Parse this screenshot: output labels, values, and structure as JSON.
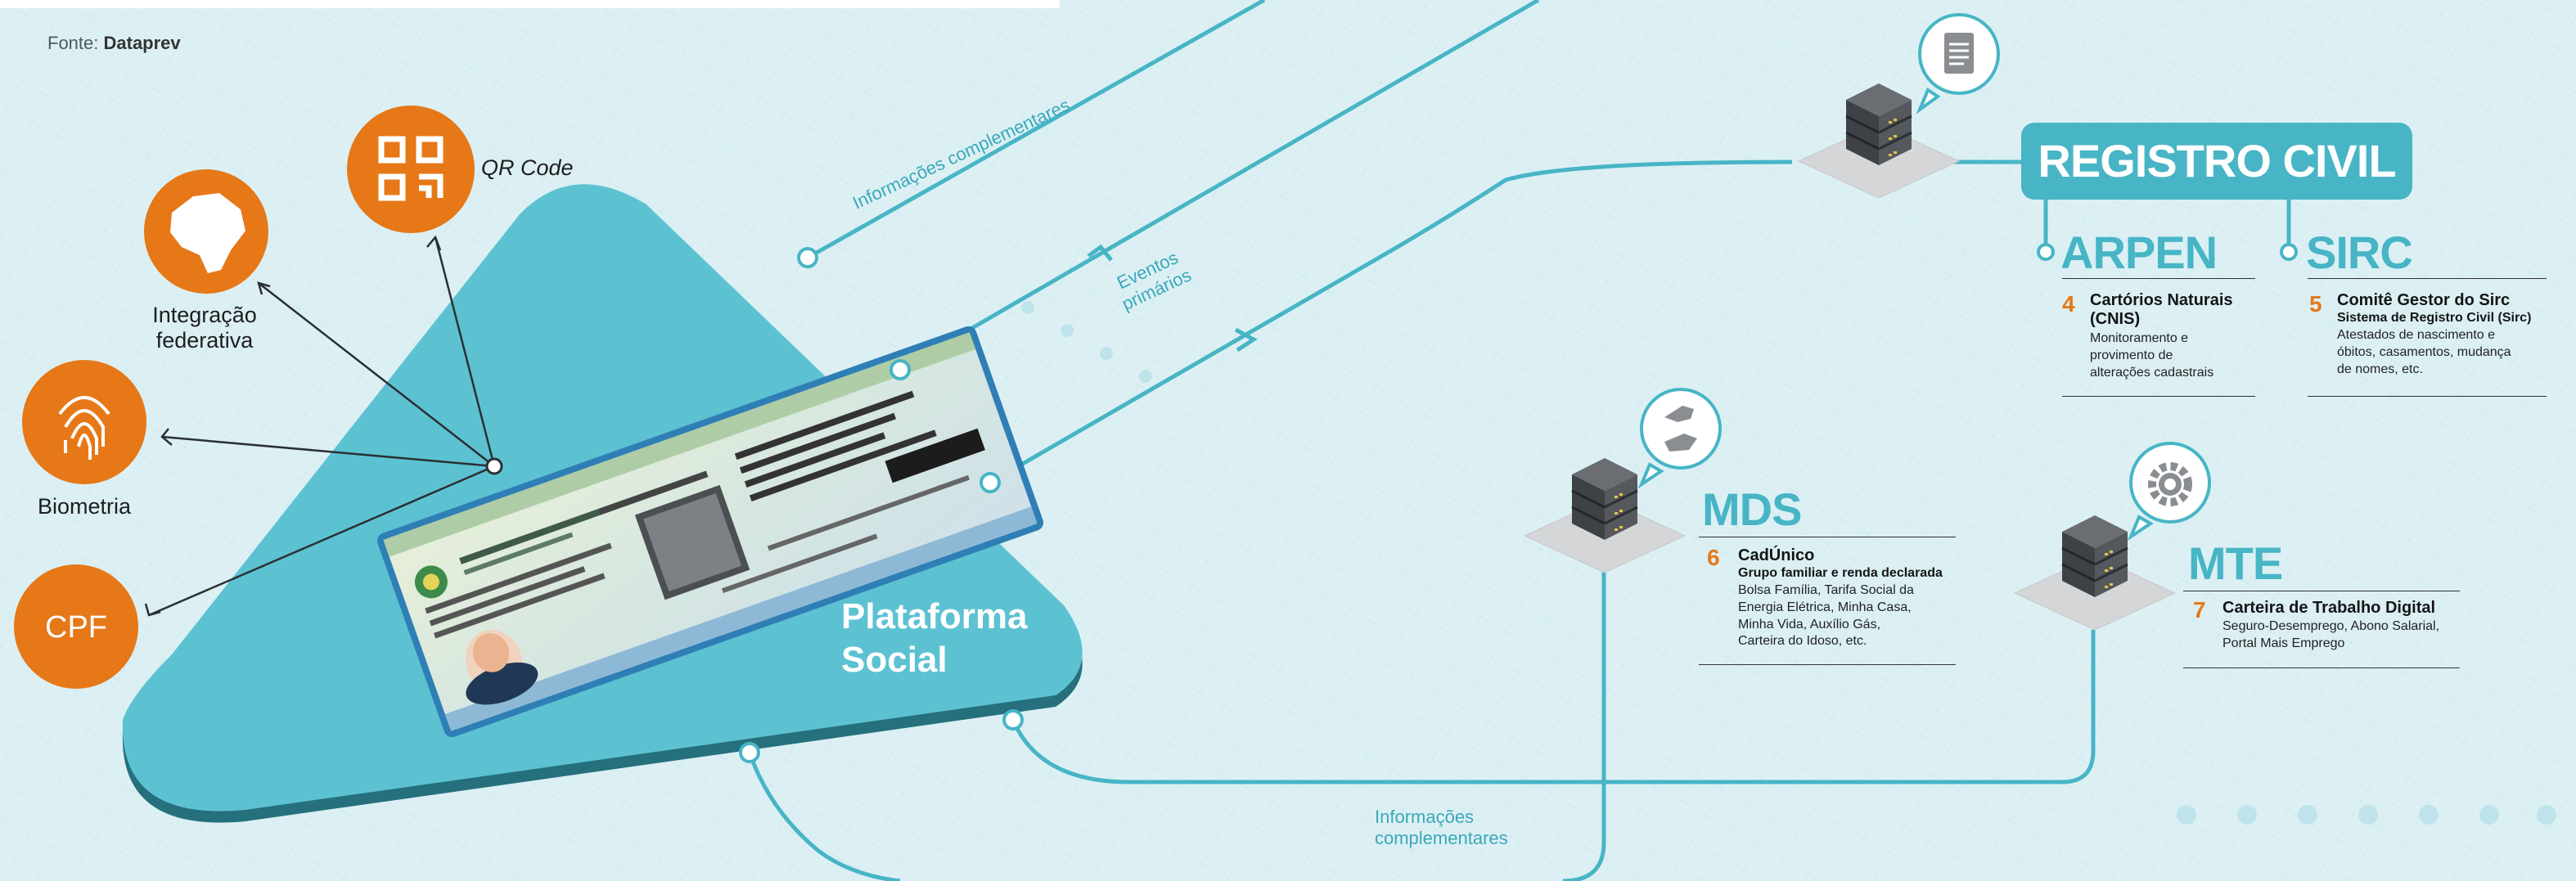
{
  "source": {
    "prefix": "Fonte:",
    "name": "Dataprev"
  },
  "platform": {
    "line1": "Plataforma",
    "line2": "Social"
  },
  "card_features": [
    {
      "id": "qr",
      "label": "QR Code",
      "icon": "qr-code-icon"
    },
    {
      "id": "federal",
      "label_line1": "Integração",
      "label_line2": "federativa",
      "icon": "brazil-map-icon"
    },
    {
      "id": "bio",
      "label": "Biometria",
      "icon": "fingerprint-icon"
    },
    {
      "id": "cpf",
      "label": "CPF",
      "icon": "cpf-badge"
    }
  ],
  "flows": {
    "top": "Informações complementares",
    "events_line1": "Eventos",
    "events_line2": "primários",
    "bottom_line1": "Informações",
    "bottom_line2": "complementares"
  },
  "registro_civil": {
    "title": "REGISTRO CIVIL",
    "arpen": {
      "title": "ARPEN",
      "number": "4",
      "entry_title_line1": "Cartórios Naturais",
      "entry_title_line2": "(CNIS)",
      "body_line1": "Monitoramento e",
      "body_line2": "provimento de",
      "body_line3": "alterações cadastrais"
    },
    "sirc": {
      "title": "SIRC",
      "number": "5",
      "entry_title": "Comitê Gestor do Sirc",
      "entry_sub": "Sistema de Registro Civil (Sirc)",
      "body_line1": "Atestados de nascimento e",
      "body_line2": "óbitos, casamentos, mudança",
      "body_line3": "de nomes, etc."
    }
  },
  "mds": {
    "title": "MDS",
    "number": "6",
    "entry_title": "CadÚnico",
    "entry_sub": "Grupo familiar e renda declarada",
    "body_line1": "Bolsa Família, Tarifa Social da",
    "body_line2": "Energia Elétrica, Minha Casa,",
    "body_line3": "Minha Vida, Auxílio Gás,",
    "body_line4": "Carteira do Idoso, etc."
  },
  "mte": {
    "title": "MTE",
    "number": "7",
    "entry_title": "Carteira de Trabalho Digital",
    "body_line1": "Seguro-Desemprego, Abono Salarial,",
    "body_line2": "Portal Mais Emprego"
  },
  "colors": {
    "teal": "#47b5c5",
    "orange": "#e67817",
    "background": "#dcf0f4",
    "platform": "#5cc2d2"
  }
}
